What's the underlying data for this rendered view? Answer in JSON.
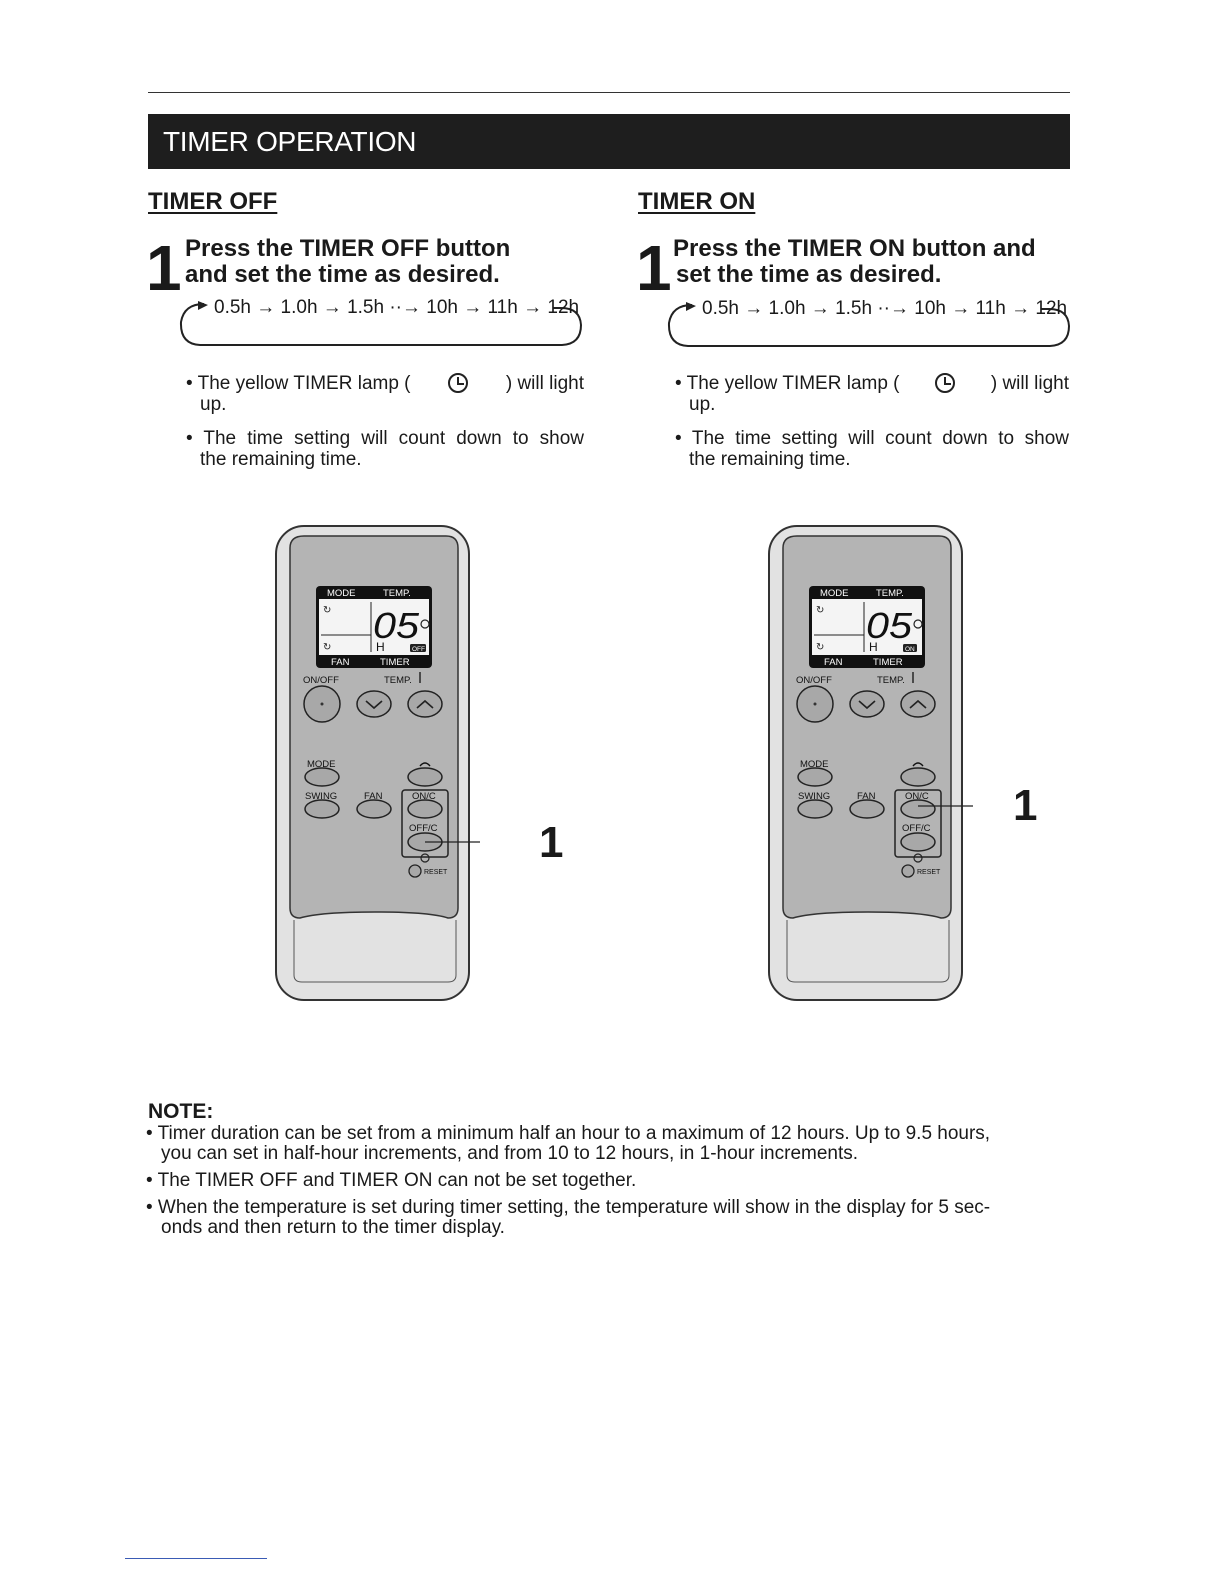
{
  "header": {
    "title": "TIMER OPERATION"
  },
  "timer_off": {
    "heading": "TIMER OFF",
    "step_number": "1",
    "step_line1": "Press the TIMER OFF button",
    "step_line2": "and  set the time as desired.",
    "sequence": "0.5h → 1.0h → 1.5h ··→ 10h → 11h → 12h",
    "bullet1_pre": "• The  yellow  TIMER  lamp  (",
    "bullet1_post": ")  will  light",
    "bullet1_cont": "up.",
    "bullet2_line1": "• The time setting will count down to show",
    "bullet2_line2": "the remaining time.",
    "callout": "1"
  },
  "timer_on": {
    "heading": "TIMER ON",
    "step_number": "1",
    "step_line1": "Press the TIMER ON button and",
    "step_line2": "set the time as desired.",
    "sequence": "0.5h → 1.0h → 1.5h ··→ 10h → 11h → 12h",
    "bullet1_pre": "• The  yellow  TIMER  lamp  (",
    "bullet1_post": ")  will  light",
    "bullet1_cont": "up.",
    "bullet2_line1": "• The time setting will count down to show",
    "bullet2_line2": "the remaining time.",
    "callout": "1"
  },
  "remote": {
    "lcd_mode": "MODE",
    "lcd_temp": "TEMP.",
    "lcd_fan": "FAN",
    "lcd_timer": "TIMER",
    "lcd_digits": "05",
    "lcd_unit": "H",
    "badge_off": "OFF",
    "badge_on": "ON",
    "onoff_label": "ON/OFF",
    "temp_label": "TEMP.",
    "mode_label": "MODE",
    "swing_label": "SWING",
    "fan_label": "FAN",
    "onc_label": "ON/C",
    "offc_label": "OFF/C",
    "reset_label": "RESET"
  },
  "note": {
    "title": "NOTE:",
    "item1_line1": "• Timer duration can be set from a minimum half an hour to a maximum of 12 hours. Up to 9.5 hours,",
    "item1_line2": "you can set in half-hour increments, and from 10 to 12 hours, in 1-hour increments.",
    "item2": "• The TIMER OFF and TIMER ON can not be set together.",
    "item3_line1": "• When the temperature is set during timer setting, the temperature will show in the display for 5 sec-",
    "item3_line2": "onds and then return to the timer display."
  },
  "colors": {
    "banner": "#1e1e1e",
    "remote_body": "#e2e2e2",
    "remote_panel": "#b4b4b4",
    "buttons": "#a8a8a8"
  }
}
